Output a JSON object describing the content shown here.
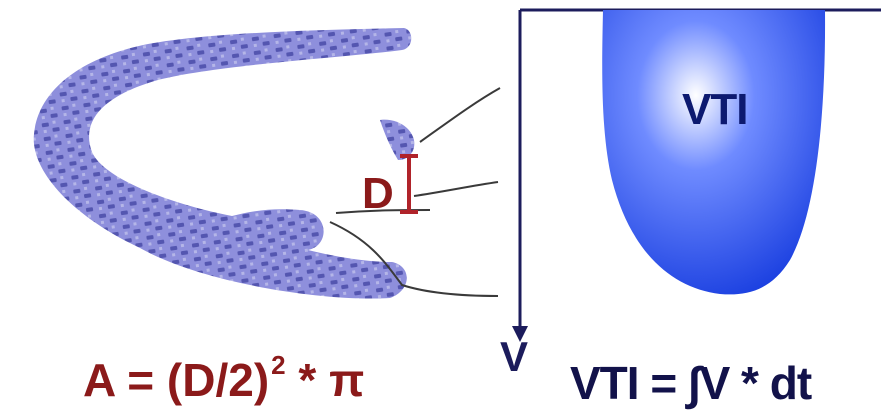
{
  "colors": {
    "heart_fill": "#8e8fdc",
    "heart_pattern": "#4a4ca8",
    "diameter_marker": "#b0232a",
    "formula_area": "#8b1a1a",
    "profile_fill": "#1a3fe0",
    "axis": "#1c1c5c",
    "formula_vti": "#12124a",
    "leader_lines": "#3a3a3a"
  },
  "labels": {
    "diameter": "D",
    "vti": "VTI",
    "velocity_axis": "V"
  },
  "formulas": {
    "area_lhs": "A = (D/2)",
    "area_exponent": "2",
    "area_rhs": " * π",
    "vti": "VTI = ∫V * dt"
  }
}
